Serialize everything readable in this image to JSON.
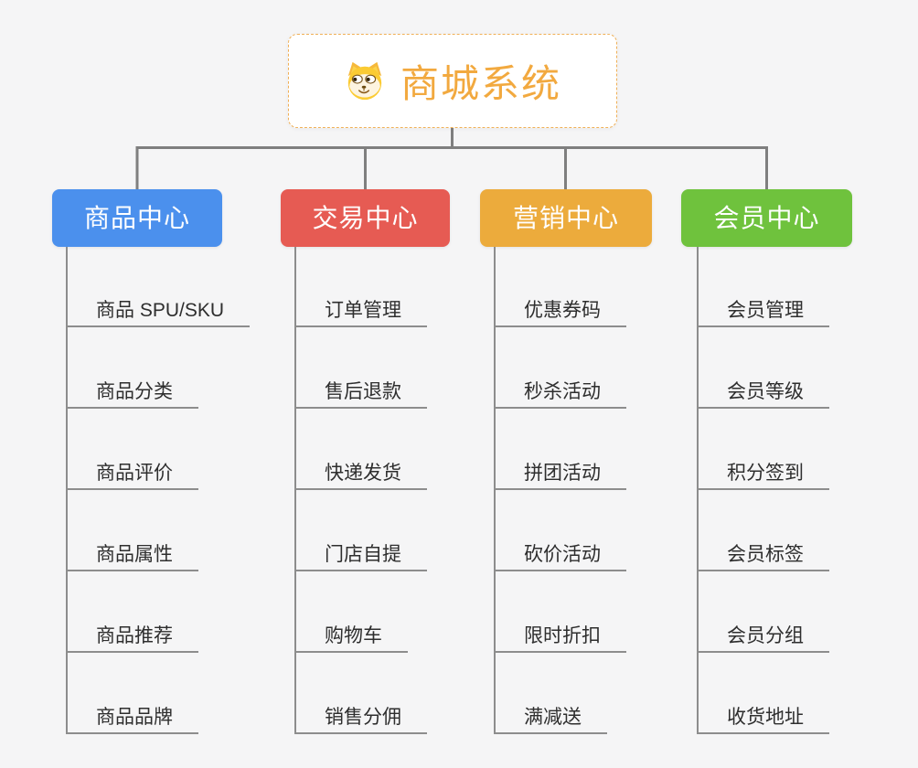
{
  "page": {
    "background_color": "#f5f5f6"
  },
  "root": {
    "title": "商城系统",
    "icon": "dog-icon",
    "text_color": "#f2a93f",
    "border_color": "#f0b057"
  },
  "connectors": {
    "line_color": "#7f7f7f",
    "underline_color": "#8d8d8d"
  },
  "branches": [
    {
      "label": "商品中心",
      "color": "#4b90ed",
      "items": [
        "商品 SPU/SKU",
        "商品分类",
        "商品评价",
        "商品属性",
        "商品推荐",
        "商品品牌"
      ]
    },
    {
      "label": "交易中心",
      "color": "#e65b53",
      "items": [
        "订单管理",
        "售后退款",
        "快递发货",
        "门店自提",
        "购物车",
        "销售分佣"
      ]
    },
    {
      "label": "营销中心",
      "color": "#ecab3c",
      "items": [
        "优惠券码",
        "秒杀活动",
        "拼团活动",
        "砍价活动",
        "限时折扣",
        "满减送"
      ]
    },
    {
      "label": "会员中心",
      "color": "#6fc23d",
      "items": [
        "会员管理",
        "会员等级",
        "积分签到",
        "会员标签",
        "会员分组",
        "收货地址"
      ]
    }
  ]
}
